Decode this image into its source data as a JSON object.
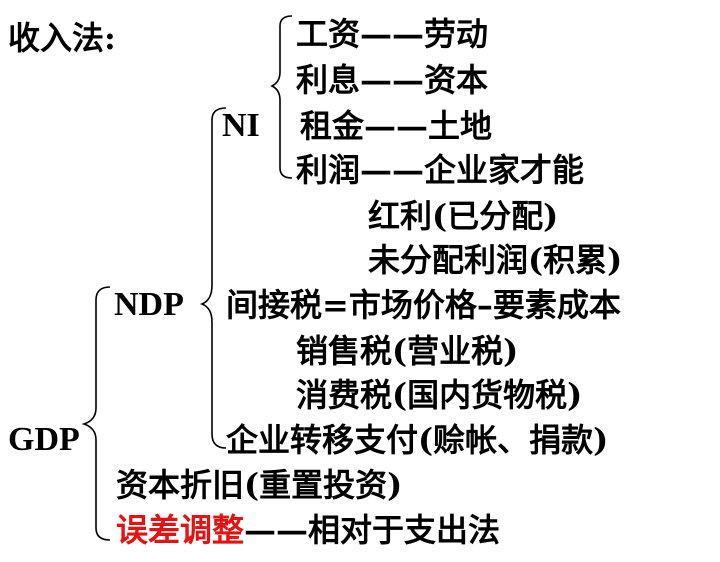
{
  "title": "收入法:",
  "labels": {
    "gdp": "GDP",
    "ndp": "NDP",
    "ni": "NI"
  },
  "ni_items": [
    "工资——劳动",
    "利息——资本",
    "租金——土地",
    "利润——企业家才能"
  ],
  "profit_subitems": [
    "红利(已分配)",
    "未分配利润(积累)"
  ],
  "ndp_items": {
    "indirect_tax": "间接税=市场价格–要素成本",
    "indirect_tax_subitems": [
      "销售税(营业税)",
      "消费税(国内货物税)"
    ],
    "transfer_payments": "企业转移支付(赊帐、捐款)"
  },
  "gdp_items": {
    "depreciation": "资本折旧(重置投资)",
    "error_adjustment": {
      "highlight": "误差调整",
      "rest": "——相对于支出法",
      "highlight_color": "#e81010"
    }
  }
}
